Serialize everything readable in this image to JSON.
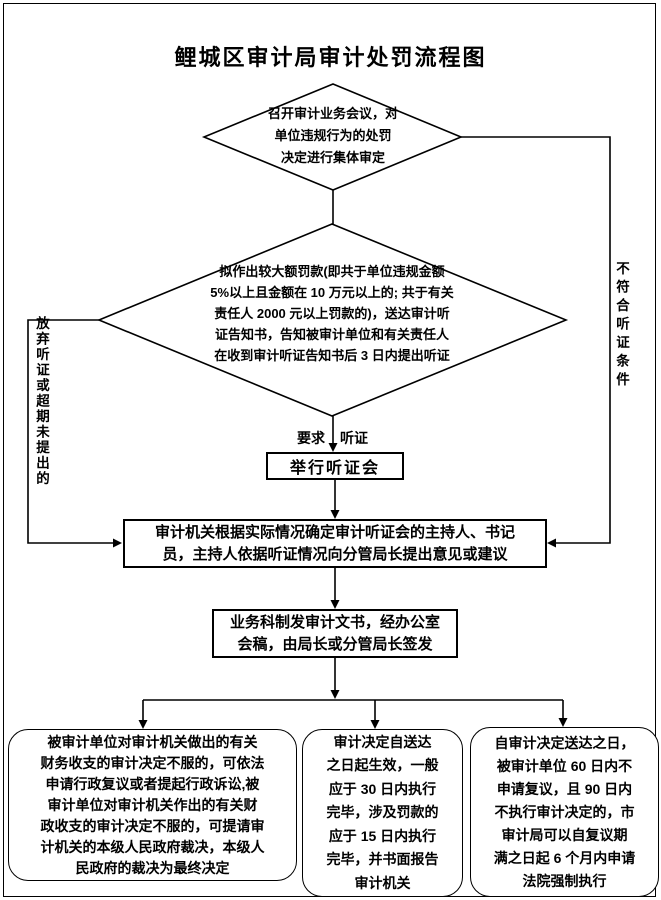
{
  "title": "鲤城区审计局审计处罚流程图",
  "nodes": {
    "meeting_diamond": "召开审计业务会议，对\n单位违规行为的处罚\n决定进行集体审定",
    "fine_diamond": "拟作出较大额罚款(即共于单位违规金额\n5%以上且金额在 10 万元以上的; 共于有关\n责任人 2000 元以上罚款的)，送达审计听\n证告知书，告知被审计单位和有关责任人\n在收到审计听证告知书后 3 日内提出听证",
    "hearing_box": "举行听证会",
    "host_box": "审计机关根据实际情况确定审计听证会的主持人、书记\n员，主持人依据听证情况向分管局长提出意见或建议",
    "issue_box": "业务科制发审计文书，经办公室\n会稿，由局长或分管局长签发",
    "appeal_box": "被审计单位对审计机关做出的有关\n财务收支的审计决定不服的，可依法\n申请行政复议或者提起行政诉讼,被\n审计单位对审计机关作出的有关财\n政收支的审计决定不服的，可提请审\n计机关的本级人民政府裁决，本级人\n民政府的裁决为最终决定",
    "execution_box": "审计决定自送达\n之日起生效，一般\n应于 30 日内执行\n完毕，涉及罚款的\n应于 15 日内执行\n完毕，并书面报告\n审计机关",
    "enforcement_box": "自审计决定送达之日，\n被审计单位 60 日内不\n申请复议，且 90 日内\n不执行审计决定的，市\n审计局可以自复议期\n满之日起 6 个月内申请\n法院强制执行"
  },
  "edge_labels": {
    "request": "要求",
    "hearing": "听证",
    "waive_path": "放弃听证或超期未提出的",
    "no_condition_path": "不符合听证条件"
  },
  "colors": {
    "line": "#000000",
    "background": "#ffffff"
  }
}
